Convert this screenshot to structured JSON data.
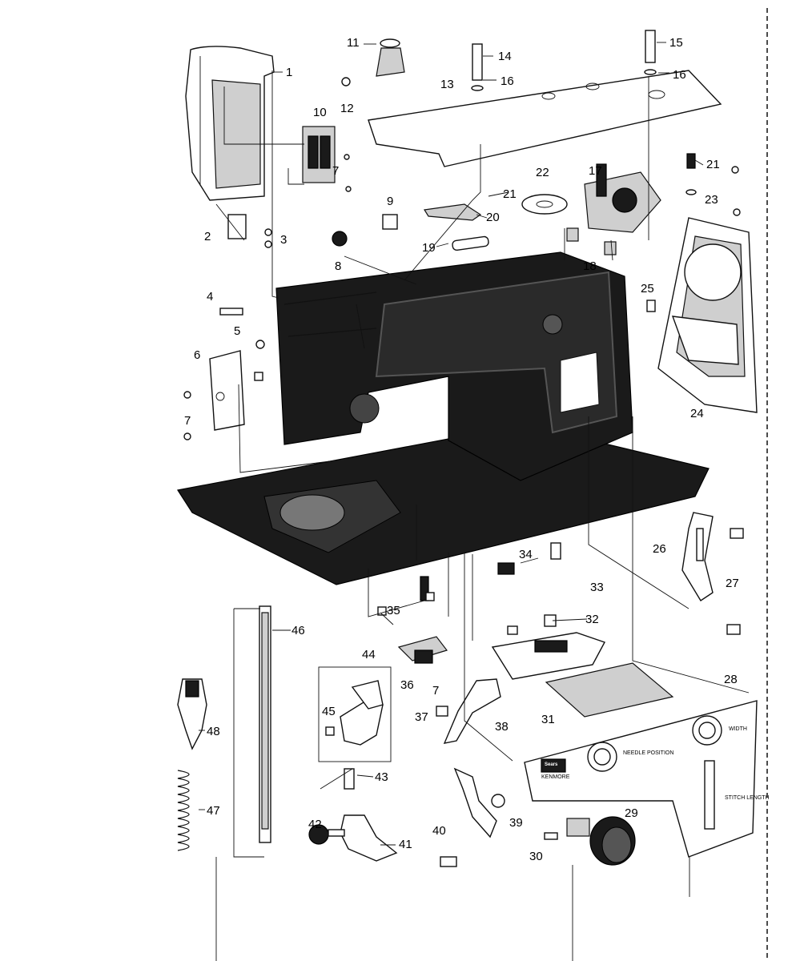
{
  "logo": {
    "brand": "Sears",
    "subtitle": "KENMORE"
  },
  "dial_labels": {
    "left": "NEEDLE POSITION",
    "right": "WIDTH",
    "stitch": "STITCH LENGTH"
  },
  "callouts": [
    {
      "id": "c1",
      "label": "1"
    },
    {
      "id": "c2",
      "label": "2"
    },
    {
      "id": "c3",
      "label": "3"
    },
    {
      "id": "c4",
      "label": "4"
    },
    {
      "id": "c5",
      "label": "5"
    },
    {
      "id": "c6",
      "label": "6"
    },
    {
      "id": "c7a",
      "label": "7"
    },
    {
      "id": "c7b",
      "label": "7"
    },
    {
      "id": "c7c",
      "label": "7"
    },
    {
      "id": "c8",
      "label": "8"
    },
    {
      "id": "c9",
      "label": "9"
    },
    {
      "id": "c10",
      "label": "10"
    },
    {
      "id": "c11",
      "label": "11"
    },
    {
      "id": "c12",
      "label": "12"
    },
    {
      "id": "c13",
      "label": "13"
    },
    {
      "id": "c14",
      "label": "14"
    },
    {
      "id": "c15",
      "label": "15"
    },
    {
      "id": "c16a",
      "label": "16"
    },
    {
      "id": "c16b",
      "label": "16"
    },
    {
      "id": "c17",
      "label": "17"
    },
    {
      "id": "c18",
      "label": "18"
    },
    {
      "id": "c19",
      "label": "19"
    },
    {
      "id": "c20",
      "label": "20"
    },
    {
      "id": "c21a",
      "label": "21"
    },
    {
      "id": "c21b",
      "label": "21"
    },
    {
      "id": "c22",
      "label": "22"
    },
    {
      "id": "c23",
      "label": "23"
    },
    {
      "id": "c24",
      "label": "24"
    },
    {
      "id": "c25",
      "label": "25"
    },
    {
      "id": "c26",
      "label": "26"
    },
    {
      "id": "c27",
      "label": "27"
    },
    {
      "id": "c28",
      "label": "28"
    },
    {
      "id": "c29",
      "label": "29"
    },
    {
      "id": "c30",
      "label": "30"
    },
    {
      "id": "c31",
      "label": "31"
    },
    {
      "id": "c32",
      "label": "32"
    },
    {
      "id": "c33",
      "label": "33"
    },
    {
      "id": "c34",
      "label": "34"
    },
    {
      "id": "c35",
      "label": "35"
    },
    {
      "id": "c36",
      "label": "36"
    },
    {
      "id": "c37",
      "label": "37"
    },
    {
      "id": "c38",
      "label": "38"
    },
    {
      "id": "c39",
      "label": "39"
    },
    {
      "id": "c40",
      "label": "40"
    },
    {
      "id": "c41",
      "label": "41"
    },
    {
      "id": "c42",
      "label": "42"
    },
    {
      "id": "c43",
      "label": "43"
    },
    {
      "id": "c44",
      "label": "44"
    },
    {
      "id": "c45",
      "label": "45"
    },
    {
      "id": "c46",
      "label": "46"
    },
    {
      "id": "c47",
      "label": "47"
    },
    {
      "id": "c48",
      "label": "48"
    }
  ]
}
